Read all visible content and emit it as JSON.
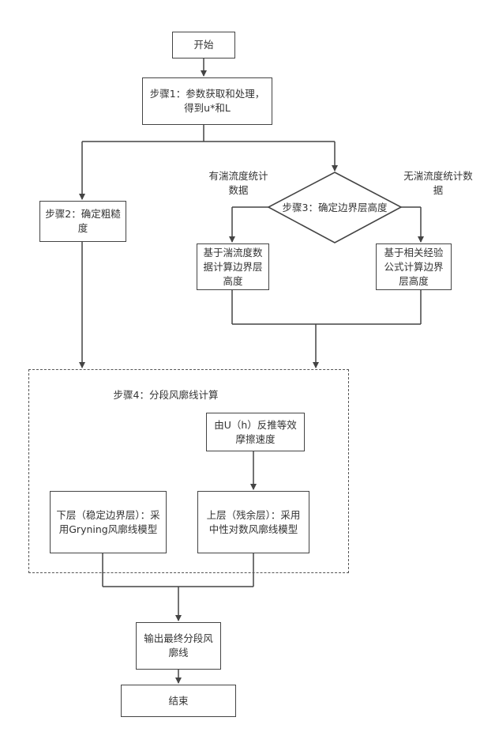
{
  "nodes": {
    "start": "开始",
    "step1": "步骤1：参数获取和处理，得到u*和L",
    "step2": "步骤2：确定粗糙度",
    "step3": "步骤3：确定边界层高度",
    "branch_left": "基于湍流度数据计算边界层高度",
    "branch_right": "基于相关经验公式计算边界层高度",
    "step4": "步骤4：分段风廓线计算",
    "inversion": "由U（h）反推等效摩擦速度",
    "lower": "下层（稳定边界层）：采用Gryning风廓线模型",
    "upper": "上层（残余层）：采用中性对数风廓线模型",
    "output": "输出最终分段风廓线",
    "end": "结束"
  },
  "edge_labels": {
    "yes": "有湍流度统计数据",
    "no": "无湍流度统计数据"
  }
}
